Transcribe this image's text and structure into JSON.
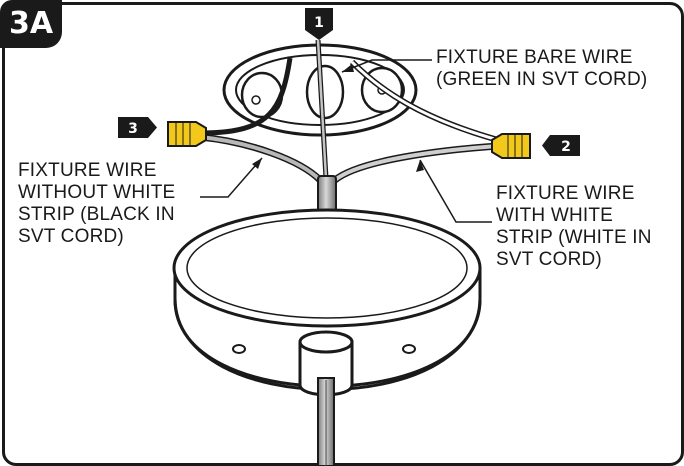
{
  "figure": {
    "step_label": "3A"
  },
  "callouts": {
    "bare_wire": [
      "FIXTURE BARE WIRE",
      "(GREEN IN SVT CORD)"
    ],
    "black_wire": [
      "FIXTURE WIRE",
      "WITHOUT WHITE",
      "STRIP (BLACK IN",
      "SVT CORD)"
    ],
    "white_wire": [
      "FIXTURE WIRE",
      "WITH WHITE",
      "STRIP (WHITE IN",
      "SVT CORD)"
    ]
  },
  "markers": [
    {
      "id": "marker-1",
      "label": "1"
    },
    {
      "id": "marker-2",
      "label": "2"
    },
    {
      "id": "marker-3",
      "label": "3"
    }
  ],
  "colors": {
    "line": "#1a1a1a",
    "gray_wire": "#b8b8b8",
    "connector": "#f2c81a",
    "canopy": "#ffffff"
  }
}
